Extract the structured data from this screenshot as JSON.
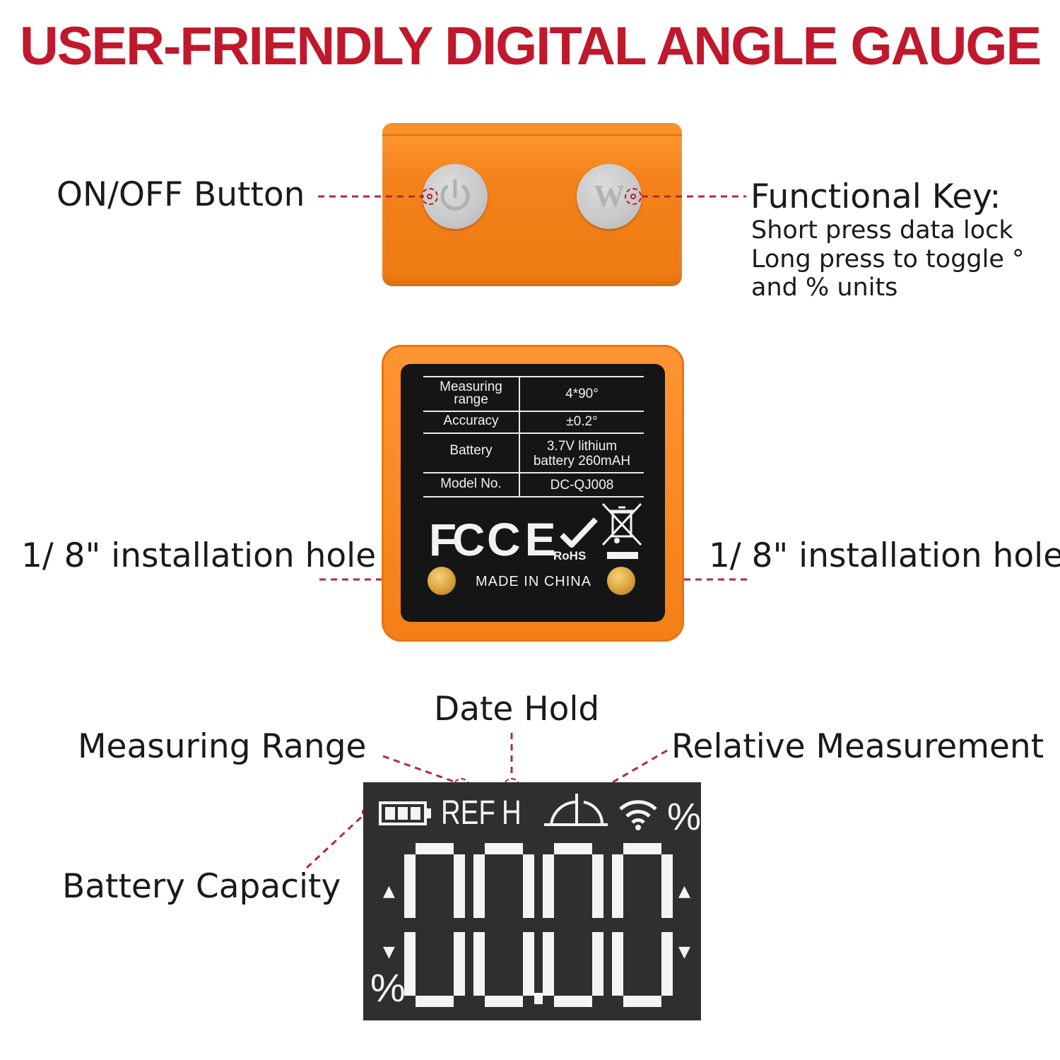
{
  "title": "USER-FRIENDLY DIGITAL ANGLE GAUGE",
  "top_view": {
    "on_off_label": "ON/OFF Button",
    "functional_key_label": "Functional Key:",
    "functional_key_lines": [
      "Short press data lock",
      "Long press to toggle °",
      "and % units"
    ],
    "button_w_letter": "W"
  },
  "back_view": {
    "spec_table": [
      {
        "name": "Measuring range",
        "value": "4*90°"
      },
      {
        "name": "Accuracy",
        "value": "±0.2°"
      },
      {
        "name": "Battery",
        "value": "3.7V lithium battery 260mAH"
      },
      {
        "name": "Model No.",
        "value": "DC-QJ008"
      }
    ],
    "spec_display": {
      "r0_name_a": "Measuring",
      "r0_name_b": "range",
      "r2_value_a": "3.7V lithium",
      "r2_value_b": "battery 260mAH"
    },
    "marks": {
      "fcc": "FC",
      "ce": "CE",
      "rohs": "RoHS"
    },
    "made_in": "MADE IN CHINA",
    "left_hole_label": "1/ 8\" installation hole",
    "right_hole_label": "1/ 8\" installation hole"
  },
  "lcd_view": {
    "date_hold_label": "Date Hold",
    "measuring_range_label": "Measuring Range",
    "relative_label": "Relative Measurement",
    "battery_label": "Battery Capacity",
    "status": {
      "ref": "REF",
      "hold": "H",
      "percent": "%",
      "percent_bottom": "%"
    },
    "digits": "00.00"
  },
  "colors": {
    "title": "#c0182c",
    "device_orange": "#f5811a",
    "lcd_bg": "#2f2f2f",
    "leader": "#b5283a"
  }
}
